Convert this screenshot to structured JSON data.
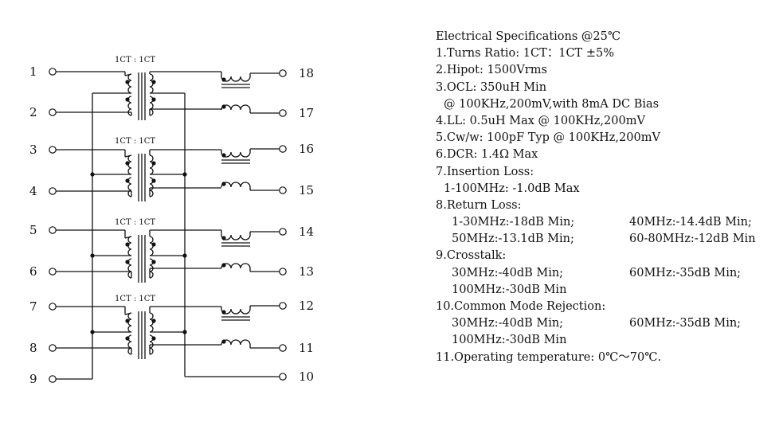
{
  "schematic": {
    "ratio_label": "1CT : 1CT",
    "left_pins": [
      "1",
      "2",
      "3",
      "4",
      "5",
      "6",
      "7",
      "8",
      "9"
    ],
    "right_pins": [
      "18",
      "17",
      "16",
      "15",
      "14",
      "13",
      "12",
      "11",
      "10"
    ]
  },
  "specs": {
    "title": "Electrical Specifications @25℃",
    "items": [
      {
        "text": "1.Turns Ratio: 1CT：1CT  ±5%"
      },
      {
        "text": "2.Hipot: 1500Vrms"
      },
      {
        "text": "3.OCL: 350uH Min"
      },
      {
        "text": "@ 100KHz,200mV,with 8mA DC Bias",
        "indent": true
      },
      {
        "text": "4.LL: 0.5uH Max @ 100KHz,200mV"
      },
      {
        "text": "5.Cw/w: 100pF Typ @ 100KHz,200mV"
      },
      {
        "text": "6.DCR: 1.4Ω  Max"
      },
      {
        "text": "7.Insertion Loss:"
      },
      {
        "text": "1-100MHz: -1.0dB Max",
        "indent": true
      },
      {
        "text": "8.Return Loss:"
      },
      {
        "cols": [
          "1-30MHz:-18dB Min;",
          "40MHz:-14.4dB Min;"
        ]
      },
      {
        "cols": [
          "50MHz:-13.1dB Min;",
          "60-80MHz:-12dB Min"
        ]
      },
      {
        "text": "9.Crosstalk:"
      },
      {
        "cols": [
          "30MHz:-40dB Min;",
          "60MHz:-35dB Min;"
        ]
      },
      {
        "cols": [
          "100MHz:-30dB Min",
          ""
        ]
      },
      {
        "text": "10.Common Mode Rejection:"
      },
      {
        "cols": [
          "30MHz:-40dB Min;",
          "60MHz:-35dB Min;"
        ]
      },
      {
        "cols": [
          "100MHz:-30dB Min",
          ""
        ]
      },
      {
        "text": "11.Operating temperature: 0℃～70℃."
      }
    ]
  }
}
